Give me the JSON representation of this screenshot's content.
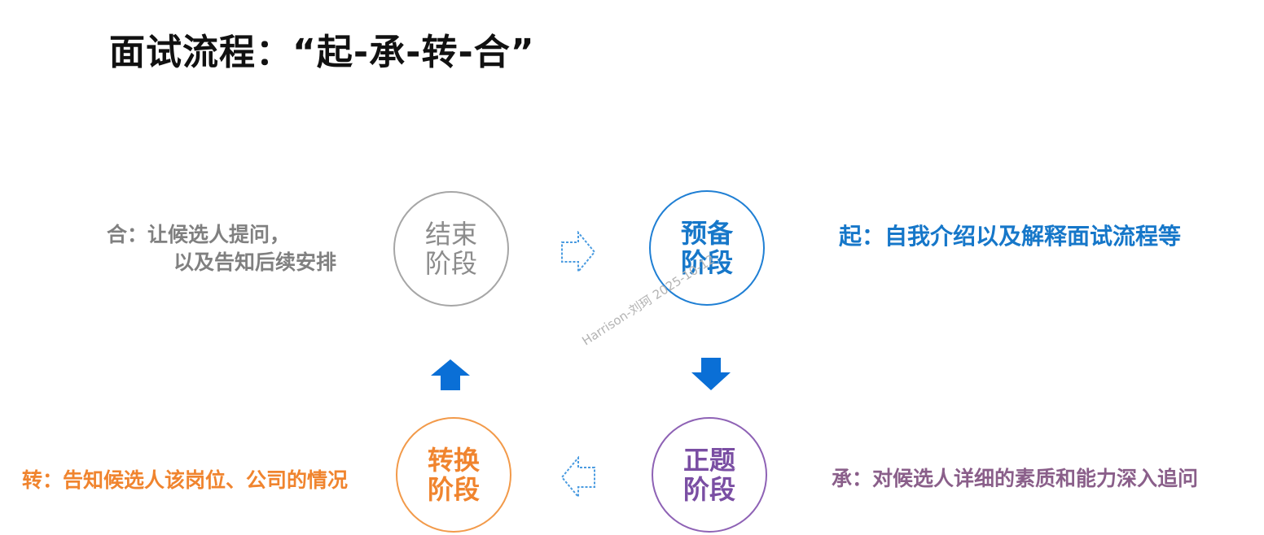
{
  "title": "面试流程：“起-承-转-合”",
  "stages": {
    "end": {
      "line1": "结束",
      "line2": "阶段",
      "color": "#8c8c8c"
    },
    "prep": {
      "line1": "预备",
      "line2": "阶段",
      "color": "#1677c9"
    },
    "conversion": {
      "line1": "转换",
      "line2": "阶段",
      "color": "#f0842e"
    },
    "main": {
      "line1": "正题",
      "line2": "阶段",
      "color": "#7a4ea3"
    }
  },
  "descriptions": {
    "he_line1": "合：让候选人提问，",
    "he_line2": "以及告知后续安排",
    "qi": "起：自我介绍以及解释面试流程等",
    "zhuan": "转：告知候选人该岗位、公司的情况",
    "cheng": "承：对候选人详细的素质和能力深入追问"
  },
  "watermark": "Harrison-刘珂 2025-10-12",
  "icons": {
    "top": "outline-arrow-right-icon",
    "right": "solid-arrow-down-icon",
    "bottom": "outline-arrow-left-icon",
    "left": "solid-arrow-up-icon"
  },
  "colors": {
    "arrow_solid": "#0a6fd6",
    "arrow_outline": "#4a9be0"
  }
}
